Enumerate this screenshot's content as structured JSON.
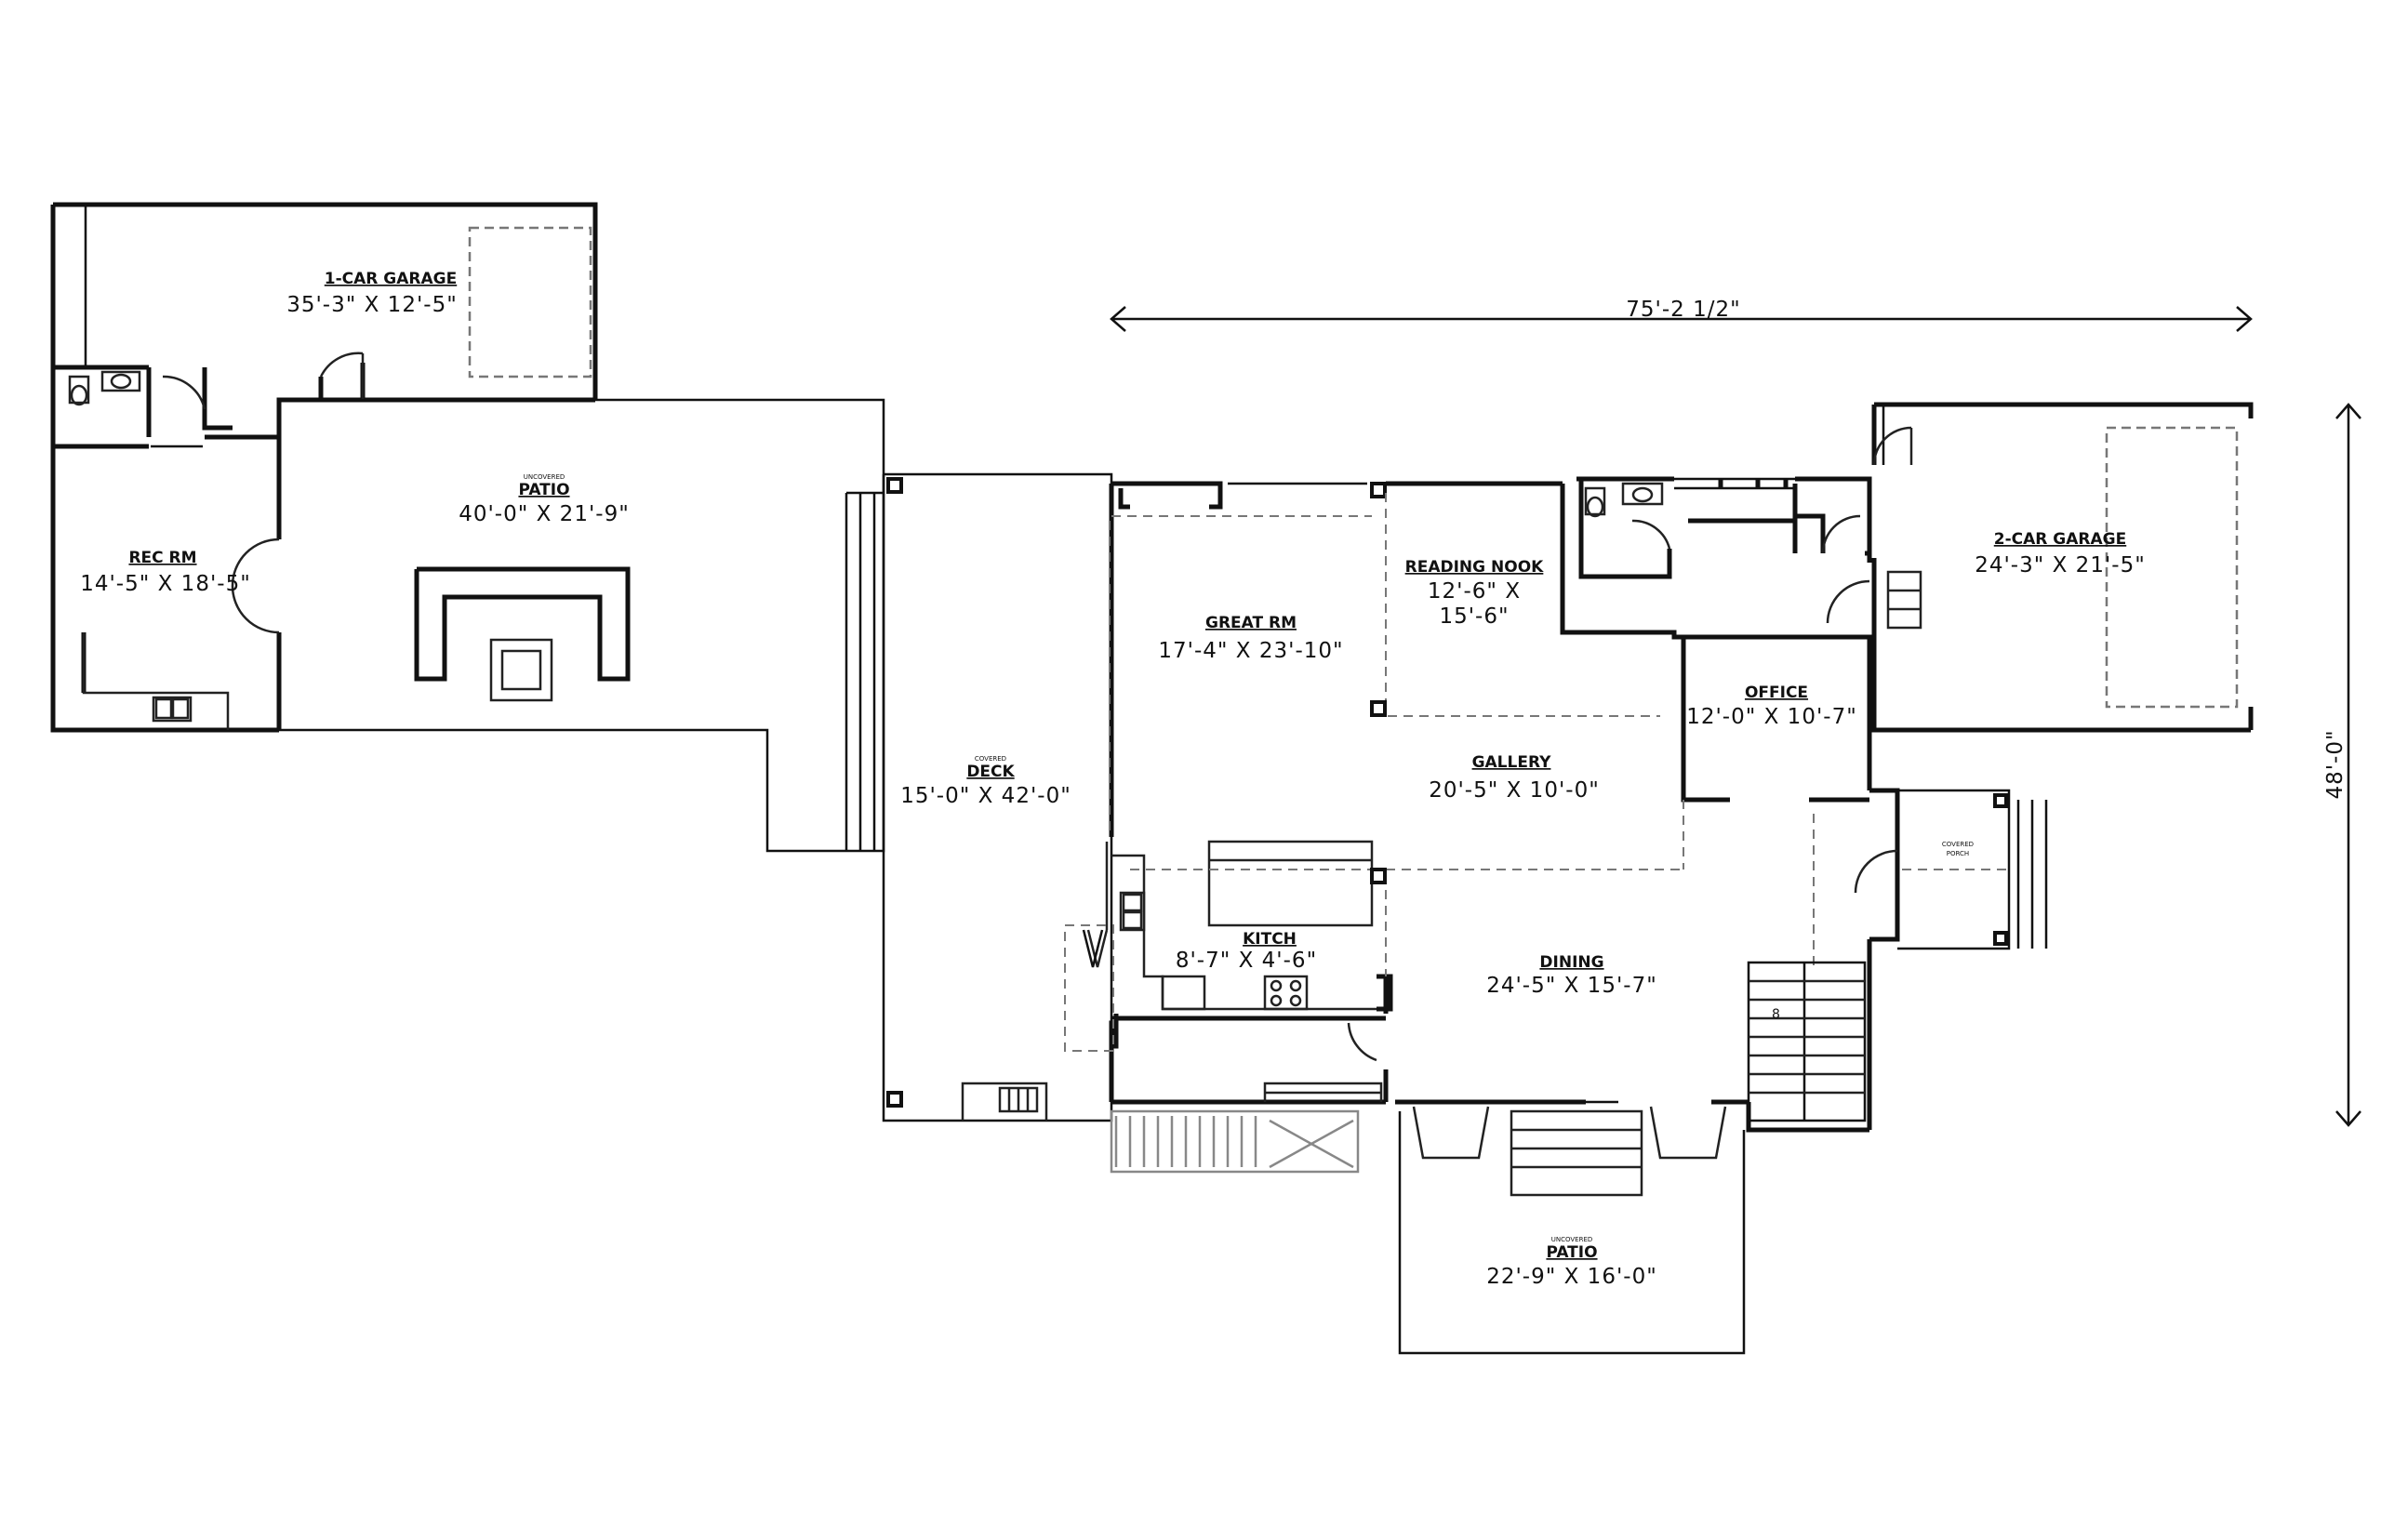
{
  "rooms": {
    "garage1": {
      "name": "1-CAR GARAGE",
      "dim": "35'-3\" X 12'-5\""
    },
    "rec": {
      "name": "REC RM",
      "dim": "14'-5\" X 18'-5\""
    },
    "patio_upper": {
      "sub": "UNCOVERED",
      "name": "PATIO",
      "dim": "40'-0\" X 21'-9\""
    },
    "deck": {
      "sub": "COVERED",
      "name": "DECK",
      "dim": "15'-0\" X 42'-0\""
    },
    "great": {
      "name": "GREAT RM",
      "dim": "17'-4\" X 23'-10\""
    },
    "reading": {
      "name": "READING NOOK",
      "dim1": "12'-6\" X",
      "dim2": "15'-6\""
    },
    "gallery": {
      "name": "GALLERY",
      "dim": "20'-5\" X 10'-0\""
    },
    "office": {
      "name": "OFFICE",
      "dim": "12'-0\" X 10'-7\""
    },
    "garage2": {
      "name": "2-CAR GARAGE",
      "dim": "24'-3\" X 21'-5\""
    },
    "porch": {
      "sub1": "COVERED",
      "sub2": "PORCH"
    },
    "kitchen": {
      "name": "KITCH",
      "dim": "8'-7\" X 4'-6\""
    },
    "dining": {
      "name": "DINING",
      "dim": "24'-5\" X 15'-7\""
    },
    "patio_lower": {
      "sub": "UNCOVERED",
      "name": "PATIO",
      "dim": "22'-9\" X 16'-0\""
    }
  },
  "dimensions": {
    "width": "75'-2 1/2\"",
    "depth": "48'-0\""
  },
  "stair_label": "8"
}
